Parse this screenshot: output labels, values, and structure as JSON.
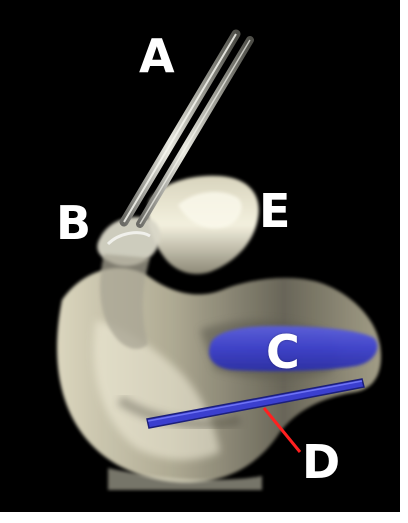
{
  "figure": {
    "background_color": "#000000",
    "label_color": "#ffffff",
    "highlight_color": "#3b3fcf",
    "pointer_color": "#ff2020",
    "labels": {
      "a": "A",
      "b": "B",
      "c": "C",
      "d": "D",
      "e": "E"
    }
  }
}
